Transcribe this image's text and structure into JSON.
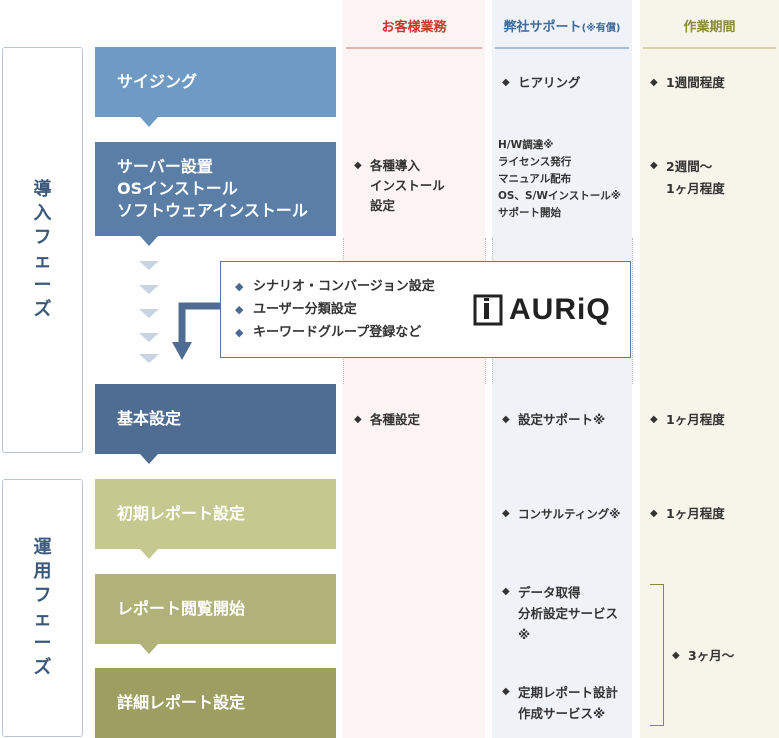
{
  "headers": {
    "customer": "お客様業務",
    "support_main": "弊社サポート",
    "support_note": "(※有償)",
    "period": "作業期間"
  },
  "phases": {
    "intro": [
      "導",
      "入",
      "フ",
      "ェ",
      "ー",
      "ズ"
    ],
    "ops": [
      "運",
      "用",
      "フ",
      "ェ",
      "ー",
      "ズ"
    ]
  },
  "steps": {
    "sizing": "サイジング",
    "server": "サーバー設置\nOSインストール\nソフトウェアインストール",
    "basic": "基本設定",
    "initial_report": "初期レポート設定",
    "report_view": "レポート閲覧開始",
    "detail_report": "詳細レポート設定"
  },
  "customer_cells": {
    "server": "各種導入\nインストール\n設定",
    "basic": "各種設定"
  },
  "support_cells": {
    "sizing": "ヒアリング",
    "server": "H/W調達※\nライセンス発行\nマニュアル配布\nOS、S/Wインストール※\nサポート開始",
    "basic": "設定サポート※",
    "initial_report": "コンサルティング※",
    "report_view": "データ取得\n分析設定サービス\n※",
    "detail_report": "定期レポート設計\n作成サービス※"
  },
  "period_cells": {
    "sizing": "1週間程度",
    "server": "2週間～\n1ヶ月程度",
    "basic": "1ヶ月程度",
    "initial_report": "1ヶ月程度",
    "ops_range": "3ヶ月～"
  },
  "auriq": {
    "items": [
      "シナリオ・コンバージョン設定",
      "ユーザー分類設定",
      "キーワードグループ登録など"
    ],
    "logo_text": "AURiQ"
  },
  "colors": {
    "customer_head": "#c0392b",
    "support_head": "#3f6a9a",
    "period_head": "#8a8a3a",
    "sizing": "#6f9ac4",
    "server": "#5a7ea6",
    "basic": "#4f6c92",
    "initial_report": "#c5c98f",
    "report_view": "#b1b27a",
    "detail_report": "#9d9f62"
  }
}
